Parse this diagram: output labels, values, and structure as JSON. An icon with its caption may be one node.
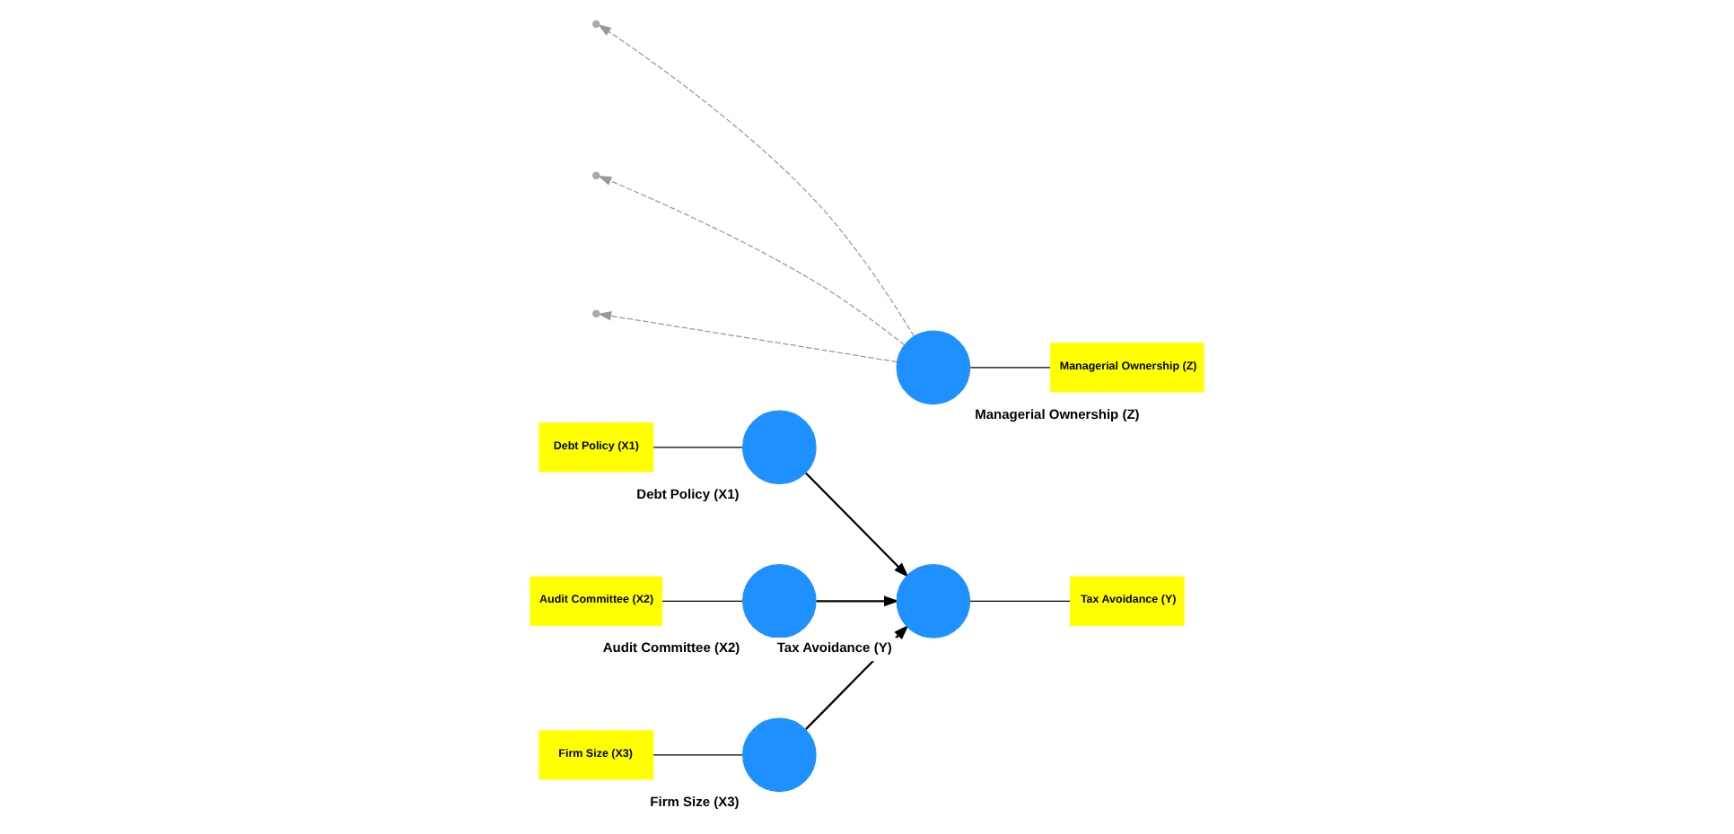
{
  "diagram": {
    "nodes": [
      {
        "text": [
          "Debt Policy (X1)"
        ]
      },
      {
        "text": [
          "Debt Policy (X1)"
        ]
      },
      {
        "text": [
          "Audit Committee (X2)"
        ]
      },
      {
        "text": [
          "Audit Committee (X2)"
        ]
      },
      {
        "text": [
          "Tax Avoidance (Y)"
        ]
      },
      {
        "text": [
          "Tax Avoidance (Y)"
        ]
      },
      {
        "text": [
          "Firm Size (X3)"
        ]
      },
      {
        "text": [
          "Firm Size (X3)"
        ]
      },
      {
        "text": [
          "Managerial Ownership (Z)"
        ]
      },
      {
        "text": [
          "Managerial Ownership (Z)"
        ]
      }
    ],
    "edges": [
      {
        "from": 0,
        "to": 1,
        "arrow": "none"
      },
      {
        "from": 1,
        "to": 4,
        "arrow": "to"
      },
      {
        "from": 2,
        "to": 3,
        "arrow": "none"
      },
      {
        "from": 3,
        "to": 4,
        "arrow": "to"
      },
      {
        "from": 4,
        "to": 5,
        "arrow": "none"
      },
      {
        "from": 6,
        "to": 7,
        "arrow": "none"
      },
      {
        "from": 7,
        "to": 4,
        "arrow": "to"
      },
      {
        "from": 8,
        "to": 9,
        "arrow": "none"
      },
      {
        "from": 8,
        "to": null,
        "arrow": "to",
        "style": "dashed",
        "color": "#999999"
      },
      {
        "from": 8,
        "to": null,
        "arrow": "to",
        "style": "dashed",
        "color": "#999999"
      },
      {
        "from": 8,
        "to": null,
        "arrow": "to",
        "style": "dashed",
        "color": "#999999"
      }
    ]
  }
}
